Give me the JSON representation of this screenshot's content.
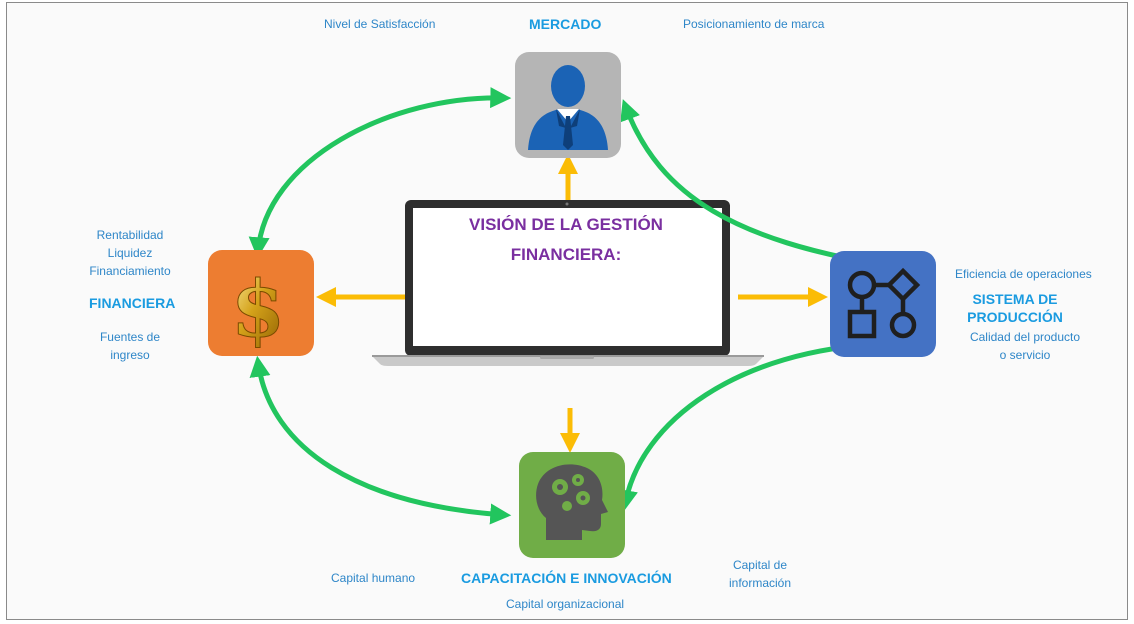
{
  "center": {
    "title_line1": "VISIÓN DE LA GESTIÓN",
    "title_line2": "FINANCIERA:"
  },
  "mercado": {
    "heading": "MERCADO",
    "left_note": "Nivel de Satisfacción",
    "right_note": "Posicionamiento de marca",
    "icon": "businessman-icon"
  },
  "financiera": {
    "heading": "FINANCIERA",
    "items": [
      "Rentabilidad",
      "Liquidez",
      "Financiamiento"
    ],
    "note_line1": "Fuentes de",
    "note_line2": "ingreso",
    "icon": "dollar-sign-icon"
  },
  "produccion": {
    "heading_line1": "SISTEMA DE",
    "heading_line2": "PRODUCCIÓN",
    "top_note": "Eficiencia de operaciones",
    "note_line1": "Calidad del producto",
    "note_line2": "o servicio",
    "icon": "process-flow-icon"
  },
  "capacitacion": {
    "heading": "CAPACITACIÓN E INNOVACIÓN",
    "left_note": "Capital humano",
    "right_note_line1": "Capital de",
    "right_note_line2": "información",
    "bottom_note": "Capital organizacional",
    "icon": "head-gears-icon"
  },
  "colors": {
    "green_arrow": "#22c55e",
    "yellow_arrow": "#fbbc05",
    "mercado_box": "#b5b5b5",
    "financiera_box": "#ed7d31",
    "produccion_box": "#4472c4",
    "capacitacion_box": "#70ad47",
    "heading_blue": "#1a9be0",
    "note_blue": "#2e86c8",
    "title_purple": "#7a2fa0"
  }
}
